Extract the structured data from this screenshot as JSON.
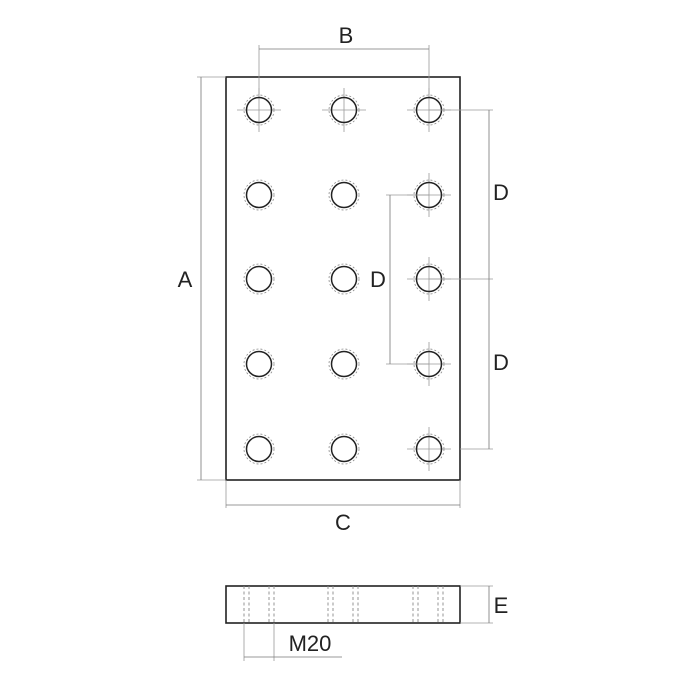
{
  "plate": {
    "rows": 5,
    "columns": 3
  },
  "labels": {
    "a": "A",
    "b": "B",
    "c": "C",
    "d_outer_top": "D",
    "d_inner": "D",
    "d_outer_bottom": "D",
    "e": "E",
    "thread": "M20"
  }
}
